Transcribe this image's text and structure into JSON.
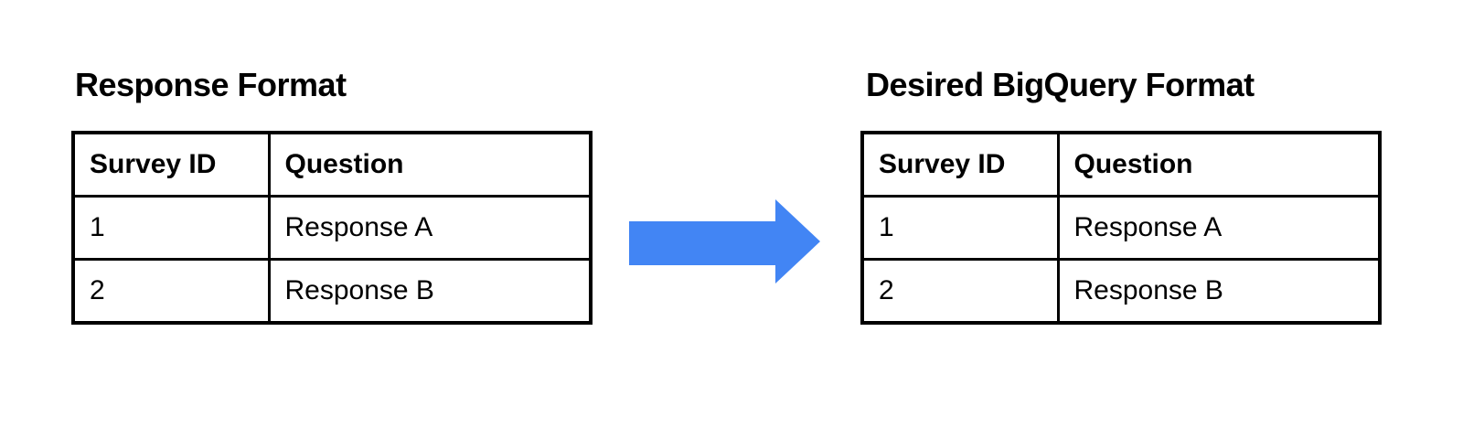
{
  "diagram": {
    "arrow_color": "#4285F4",
    "border_color": "#000000",
    "text_color": "#000000"
  },
  "left_panel": {
    "title": "Response Format",
    "table": {
      "headers": [
        "Survey ID",
        "Question"
      ],
      "rows": [
        [
          "1",
          "Response A"
        ],
        [
          "2",
          "Response B"
        ]
      ]
    }
  },
  "right_panel": {
    "title": "Desired BigQuery Format",
    "table": {
      "headers": [
        "Survey ID",
        "Question"
      ],
      "rows": [
        [
          "1",
          "Response A"
        ],
        [
          "2",
          "Response B"
        ]
      ]
    }
  }
}
